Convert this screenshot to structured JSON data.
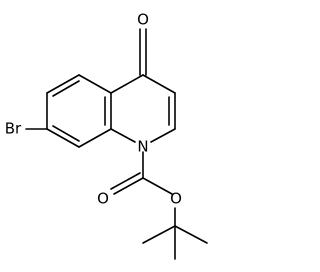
{
  "molecule": {
    "atoms": {
      "carbonyl_oxygen": "O",
      "ring_nitrogen": "N",
      "bromine": "Br",
      "carbamate_oxygen_double": "O",
      "carbamate_oxygen_single": "O"
    }
  }
}
